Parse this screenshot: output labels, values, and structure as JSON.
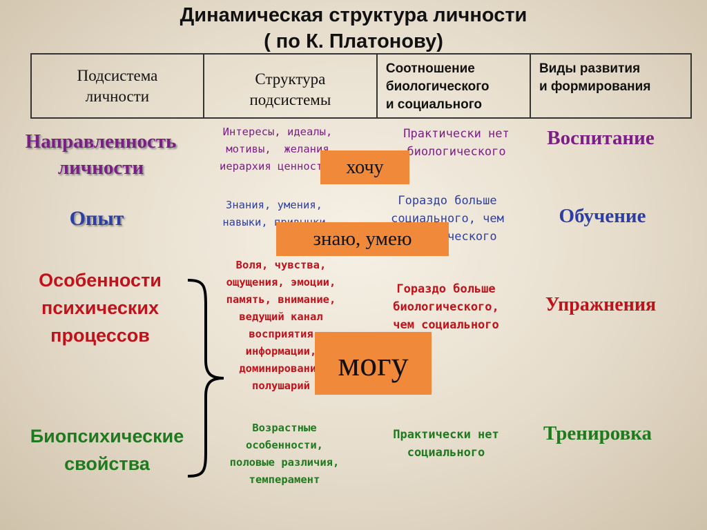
{
  "title": {
    "line1": "Динамическая структура личности",
    "line2": "( по К. Платонову)"
  },
  "header": {
    "col1": "Подсистема\nличности",
    "col2": "Структура\nподсистемы",
    "col3": "Соотношение\nбиологического\nи социального",
    "col4": "Виды развития\nи формирования"
  },
  "rows": [
    {
      "name": "Направленность\nличности",
      "structure": "Интересы, идеалы,\nмотивы,  желания\nиерархия ценностей",
      "ratio": "Практически нет\nбиологического",
      "development": "Воспитание"
    },
    {
      "name": "Опыт",
      "structure": "Знания, умения,\nнавыки, привычки",
      "ratio": "Гораздо больше\nсоциального, чем\nбиологического",
      "development": "Обучение"
    },
    {
      "name": "Особенности\nпсихических\nпроцессов",
      "structure": "Воля, чувства,\nощущения, эмоции,\nпамять, внимание,\nведущий канал\nвосприятия\nинформации,\nдоминирование\nполушарий",
      "ratio": "Гораздо больше\nбиологического,\nчем социального",
      "development": "Упражнения"
    },
    {
      "name": "Биопсихические\nсвойства",
      "structure": "Возрастные\nособенности,\nполовые различия,\nтемперамент",
      "ratio": "Практически нет\nсоциального",
      "development": "Тренировка"
    }
  ],
  "overlays": {
    "want": "хочу",
    "know": "знаю, умею",
    "can": "могу"
  },
  "colors": {
    "purple": "#7b1e86",
    "blue": "#2d3ea3",
    "red": "#c0121b",
    "green": "#1f7a1f",
    "orange": "#f08a3a"
  }
}
